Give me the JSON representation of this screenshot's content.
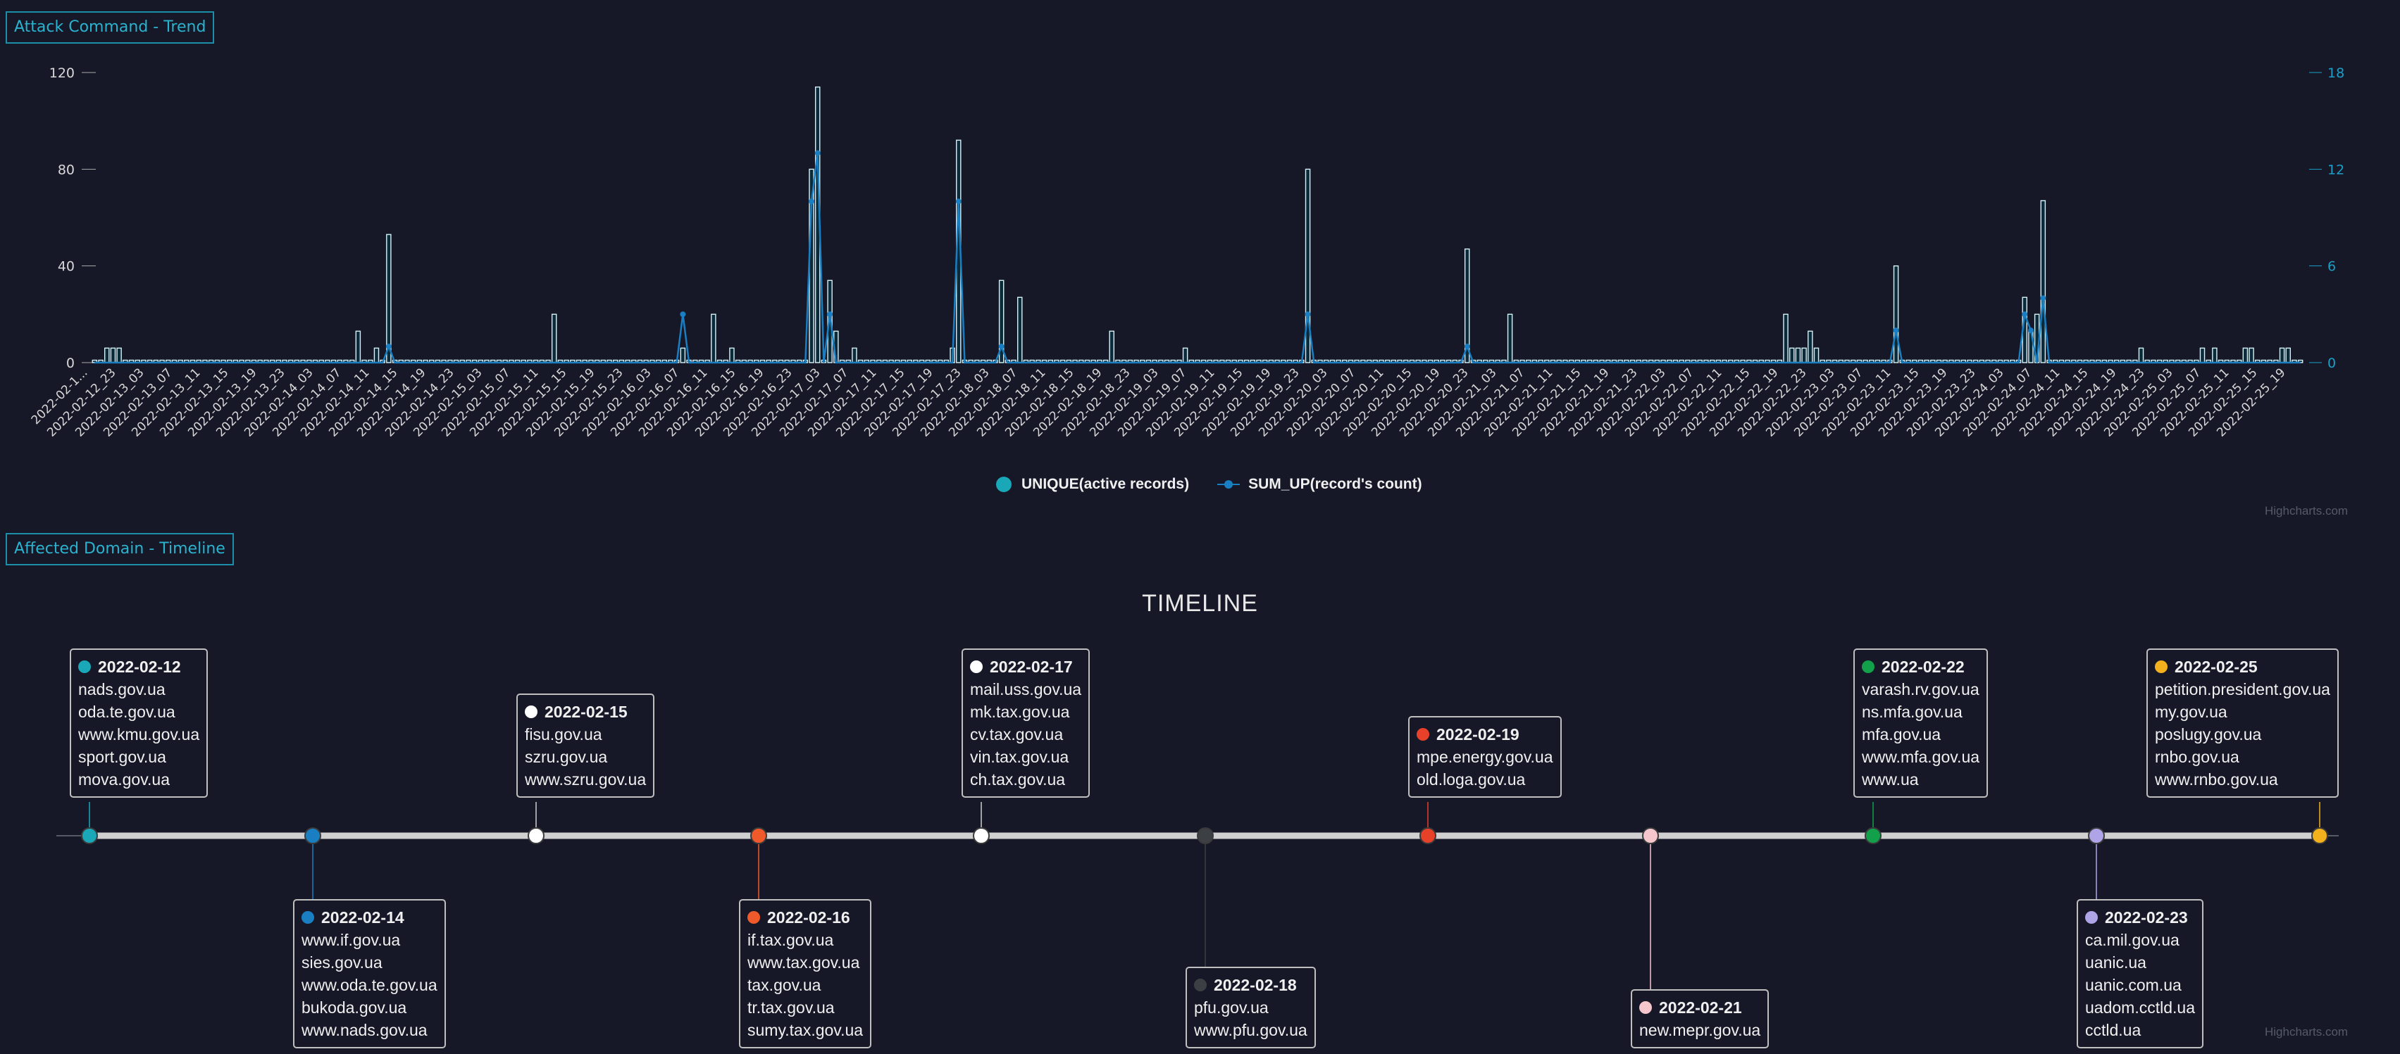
{
  "panels": {
    "trend_title": "Attack Command - Trend",
    "timeline_panel_title": "Affected Domain - Timeline",
    "credits": "Highcharts.com"
  },
  "chart_data": {
    "type": "bar",
    "left_axis_ticks": [
      "0",
      "40",
      "80",
      "120"
    ],
    "right_axis_ticks": [
      "0",
      "6",
      "12",
      "18"
    ],
    "ylim_left": [
      0,
      120
    ],
    "ylim_right": [
      0,
      18
    ],
    "categories_shown": [
      "2022-02-1...",
      "2022-02-12_23",
      "2022-02-13_03",
      "2022-02-13_07",
      "2022-02-13_11",
      "2022-02-13_15",
      "2022-02-13_19",
      "2022-02-13_23",
      "2022-02-14_03",
      "2022-02-14_07",
      "2022-02-14_11",
      "2022-02-14_15",
      "2022-02-14_19",
      "2022-02-14_23",
      "2022-02-15_03",
      "2022-02-15_07",
      "2022-02-15_11",
      "2022-02-15_15",
      "2022-02-15_19",
      "2022-02-15_23",
      "2022-02-16_03",
      "2022-02-16_07",
      "2022-02-16_11",
      "2022-02-16_15",
      "2022-02-16_19",
      "2022-02-16_23",
      "2022-02-17_03",
      "2022-02-17_07",
      "2022-02-17_11",
      "2022-02-17_15",
      "2022-02-17_19",
      "2022-02-17_23",
      "2022-02-18_03",
      "2022-02-18_07",
      "2022-02-18_11",
      "2022-02-18_15",
      "2022-02-18_19",
      "2022-02-18_23",
      "2022-02-19_03",
      "2022-02-19_07",
      "2022-02-19_11",
      "2022-02-19_15",
      "2022-02-19_19",
      "2022-02-19_23",
      "2022-02-20_03",
      "2022-02-20_07",
      "2022-02-20_11",
      "2022-02-20_15",
      "2022-02-20_19",
      "2022-02-20_23",
      "2022-02-21_03",
      "2022-02-21_07",
      "2022-02-21_11",
      "2022-02-21_15",
      "2022-02-21_19",
      "2022-02-21_23",
      "2022-02-22_03",
      "2022-02-22_07",
      "2022-02-22_11",
      "2022-02-22_15",
      "2022-02-22_19",
      "2022-02-22_23",
      "2022-02-23_03",
      "2022-02-23_07",
      "2022-02-23_11",
      "2022-02-23_15",
      "2022-02-23_19",
      "2022-02-23_23",
      "2022-02-24_03",
      "2022-02-24_07",
      "2022-02-24_11",
      "2022-02-24_15",
      "2022-02-24_19",
      "2022-02-24_23",
      "2022-02-25_03",
      "2022-02-25_07",
      "2022-02-25_11",
      "2022-02-25_15",
      "2022-02-25_19"
    ],
    "n_slots": 316,
    "baseline": 1,
    "series": [
      {
        "name": "UNIQUE(active records)",
        "axis": "left",
        "kind": "column",
        "peaks": [
          [
            2,
            6
          ],
          [
            3,
            6
          ],
          [
            4,
            6
          ],
          [
            43,
            13
          ],
          [
            46,
            6
          ],
          [
            48,
            53
          ],
          [
            75,
            20
          ],
          [
            96,
            6
          ],
          [
            101,
            20
          ],
          [
            104,
            6
          ],
          [
            117,
            80
          ],
          [
            118,
            114
          ],
          [
            120,
            34
          ],
          [
            121,
            13
          ],
          [
            124,
            6
          ],
          [
            140,
            6
          ],
          [
            141,
            92
          ],
          [
            148,
            34
          ],
          [
            151,
            27
          ],
          [
            166,
            13
          ],
          [
            178,
            6
          ],
          [
            198,
            80
          ],
          [
            224,
            47
          ],
          [
            231,
            20
          ],
          [
            276,
            20
          ],
          [
            277,
            6
          ],
          [
            278,
            6
          ],
          [
            279,
            6
          ],
          [
            280,
            13
          ],
          [
            281,
            6
          ],
          [
            294,
            40
          ],
          [
            315,
            27
          ],
          [
            316,
            13
          ],
          [
            317,
            20
          ],
          [
            318,
            67
          ],
          [
            334,
            6
          ],
          [
            344,
            6
          ],
          [
            346,
            6
          ],
          [
            351,
            6
          ],
          [
            352,
            6
          ],
          [
            357,
            6
          ],
          [
            358,
            6
          ]
        ]
      },
      {
        "name": "SUM_UP(record's count)",
        "axis": "right",
        "kind": "spline",
        "peaks": [
          [
            48,
            1
          ],
          [
            96,
            3
          ],
          [
            117,
            10
          ],
          [
            118,
            13
          ],
          [
            120,
            3
          ],
          [
            141,
            10
          ],
          [
            148,
            1
          ],
          [
            198,
            3
          ],
          [
            224,
            1
          ],
          [
            294,
            2
          ],
          [
            315,
            3
          ],
          [
            316,
            2
          ],
          [
            318,
            4
          ]
        ]
      }
    ],
    "timeline_title": "TIMELINE",
    "timeline_events": [
      {
        "date": "2022-02-12",
        "color": "#1aa7b8",
        "domains": [
          "nads.gov.ua",
          "oda.te.gov.ua",
          "www.kmu.gov.ua",
          "sport.gov.ua",
          "mova.gov.ua"
        ],
        "position": "above"
      },
      {
        "date": "2022-02-14",
        "color": "#1a7fc2",
        "domains": [
          "www.if.gov.ua",
          "sies.gov.ua",
          "www.oda.te.gov.ua",
          "bukoda.gov.ua",
          "www.nads.gov.ua"
        ],
        "position": "below"
      },
      {
        "date": "2022-02-15",
        "color": "#ffffff",
        "domains": [
          "fisu.gov.ua",
          "szru.gov.ua",
          "www.szru.gov.ua"
        ],
        "position": "above"
      },
      {
        "date": "2022-02-16",
        "color": "#f05a2a",
        "domains": [
          "if.tax.gov.ua",
          "www.tax.gov.ua",
          "tax.gov.ua",
          "tr.tax.gov.ua",
          "sumy.tax.gov.ua"
        ],
        "position": "below"
      },
      {
        "date": "2022-02-17",
        "color": "#ffffff",
        "domains": [
          "mail.uss.gov.ua",
          "mk.tax.gov.ua",
          "cv.tax.gov.ua",
          "vin.tax.gov.ua",
          "ch.tax.gov.ua"
        ],
        "position": "above"
      },
      {
        "date": "2022-02-18",
        "color": "#3c3f44",
        "domains": [
          "pfu.gov.ua",
          "www.pfu.gov.ua"
        ],
        "position": "below"
      },
      {
        "date": "2022-02-19",
        "color": "#e8412a",
        "domains": [
          "mpe.energy.gov.ua",
          "old.loga.gov.ua"
        ],
        "position": "above"
      },
      {
        "date": "2022-02-21",
        "color": "#f5c6cc",
        "domains": [
          "new.mepr.gov.ua"
        ],
        "position": "below"
      },
      {
        "date": "2022-02-22",
        "color": "#12a04a",
        "domains": [
          "varash.rv.gov.ua",
          "ns.mfa.gov.ua",
          "mfa.gov.ua",
          "www.mfa.gov.ua",
          "www.ua"
        ],
        "position": "above"
      },
      {
        "date": "2022-02-23",
        "color": "#b0a4e8",
        "domains": [
          "ca.mil.gov.ua",
          "uanic.ua",
          "uanic.com.ua",
          "uadom.cctld.ua",
          "cctld.ua"
        ],
        "position": "below"
      },
      {
        "date": "2022-02-25",
        "color": "#f2b11d",
        "domains": [
          "petition.president.gov.ua",
          "my.gov.ua",
          "poslugy.gov.ua",
          "rnbo.gov.ua",
          "www.rnbo.gov.ua"
        ],
        "position": "above"
      }
    ]
  }
}
